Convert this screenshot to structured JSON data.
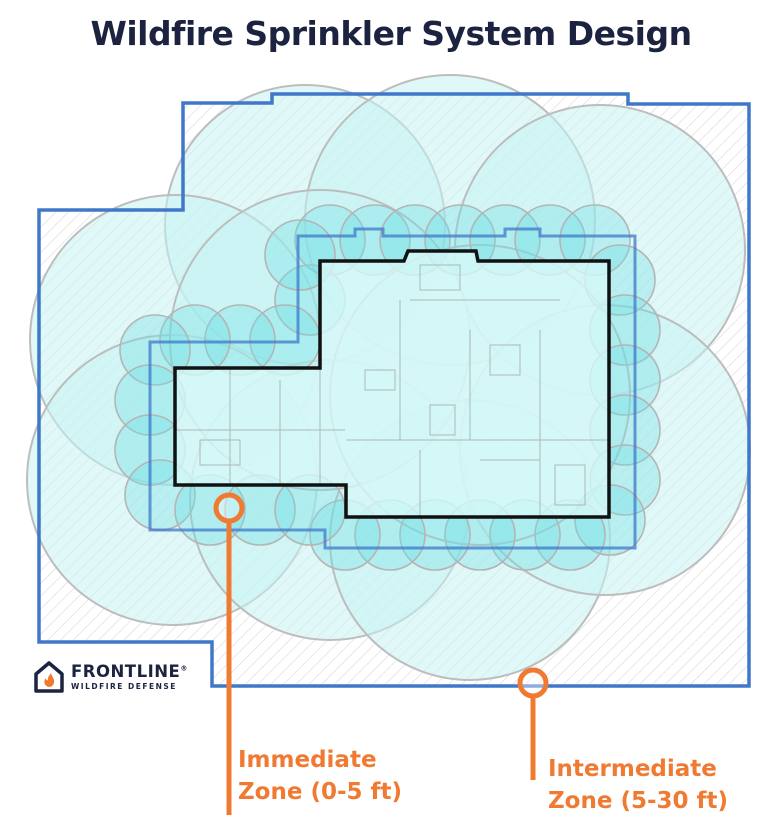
{
  "title": "Wildfire Sprinkler System Design",
  "labels": {
    "immediate": {
      "line1": "Immediate",
      "line2": "Zone (0-5 ft)"
    },
    "intermediate": {
      "line1": "Intermediate",
      "line2": "Zone (5-30 ft)"
    }
  },
  "logo": {
    "name": "FRONTLINE",
    "mark": "®",
    "tagline": "WILDFIRE DEFENSE"
  },
  "colors": {
    "title": "#1c2340",
    "accent": "#f07a32",
    "property_line": "#3f78c9",
    "house_outline": "#111111",
    "coverage_fill": "#c7f3f3",
    "immediate_fill": "#6fe0e6"
  }
}
